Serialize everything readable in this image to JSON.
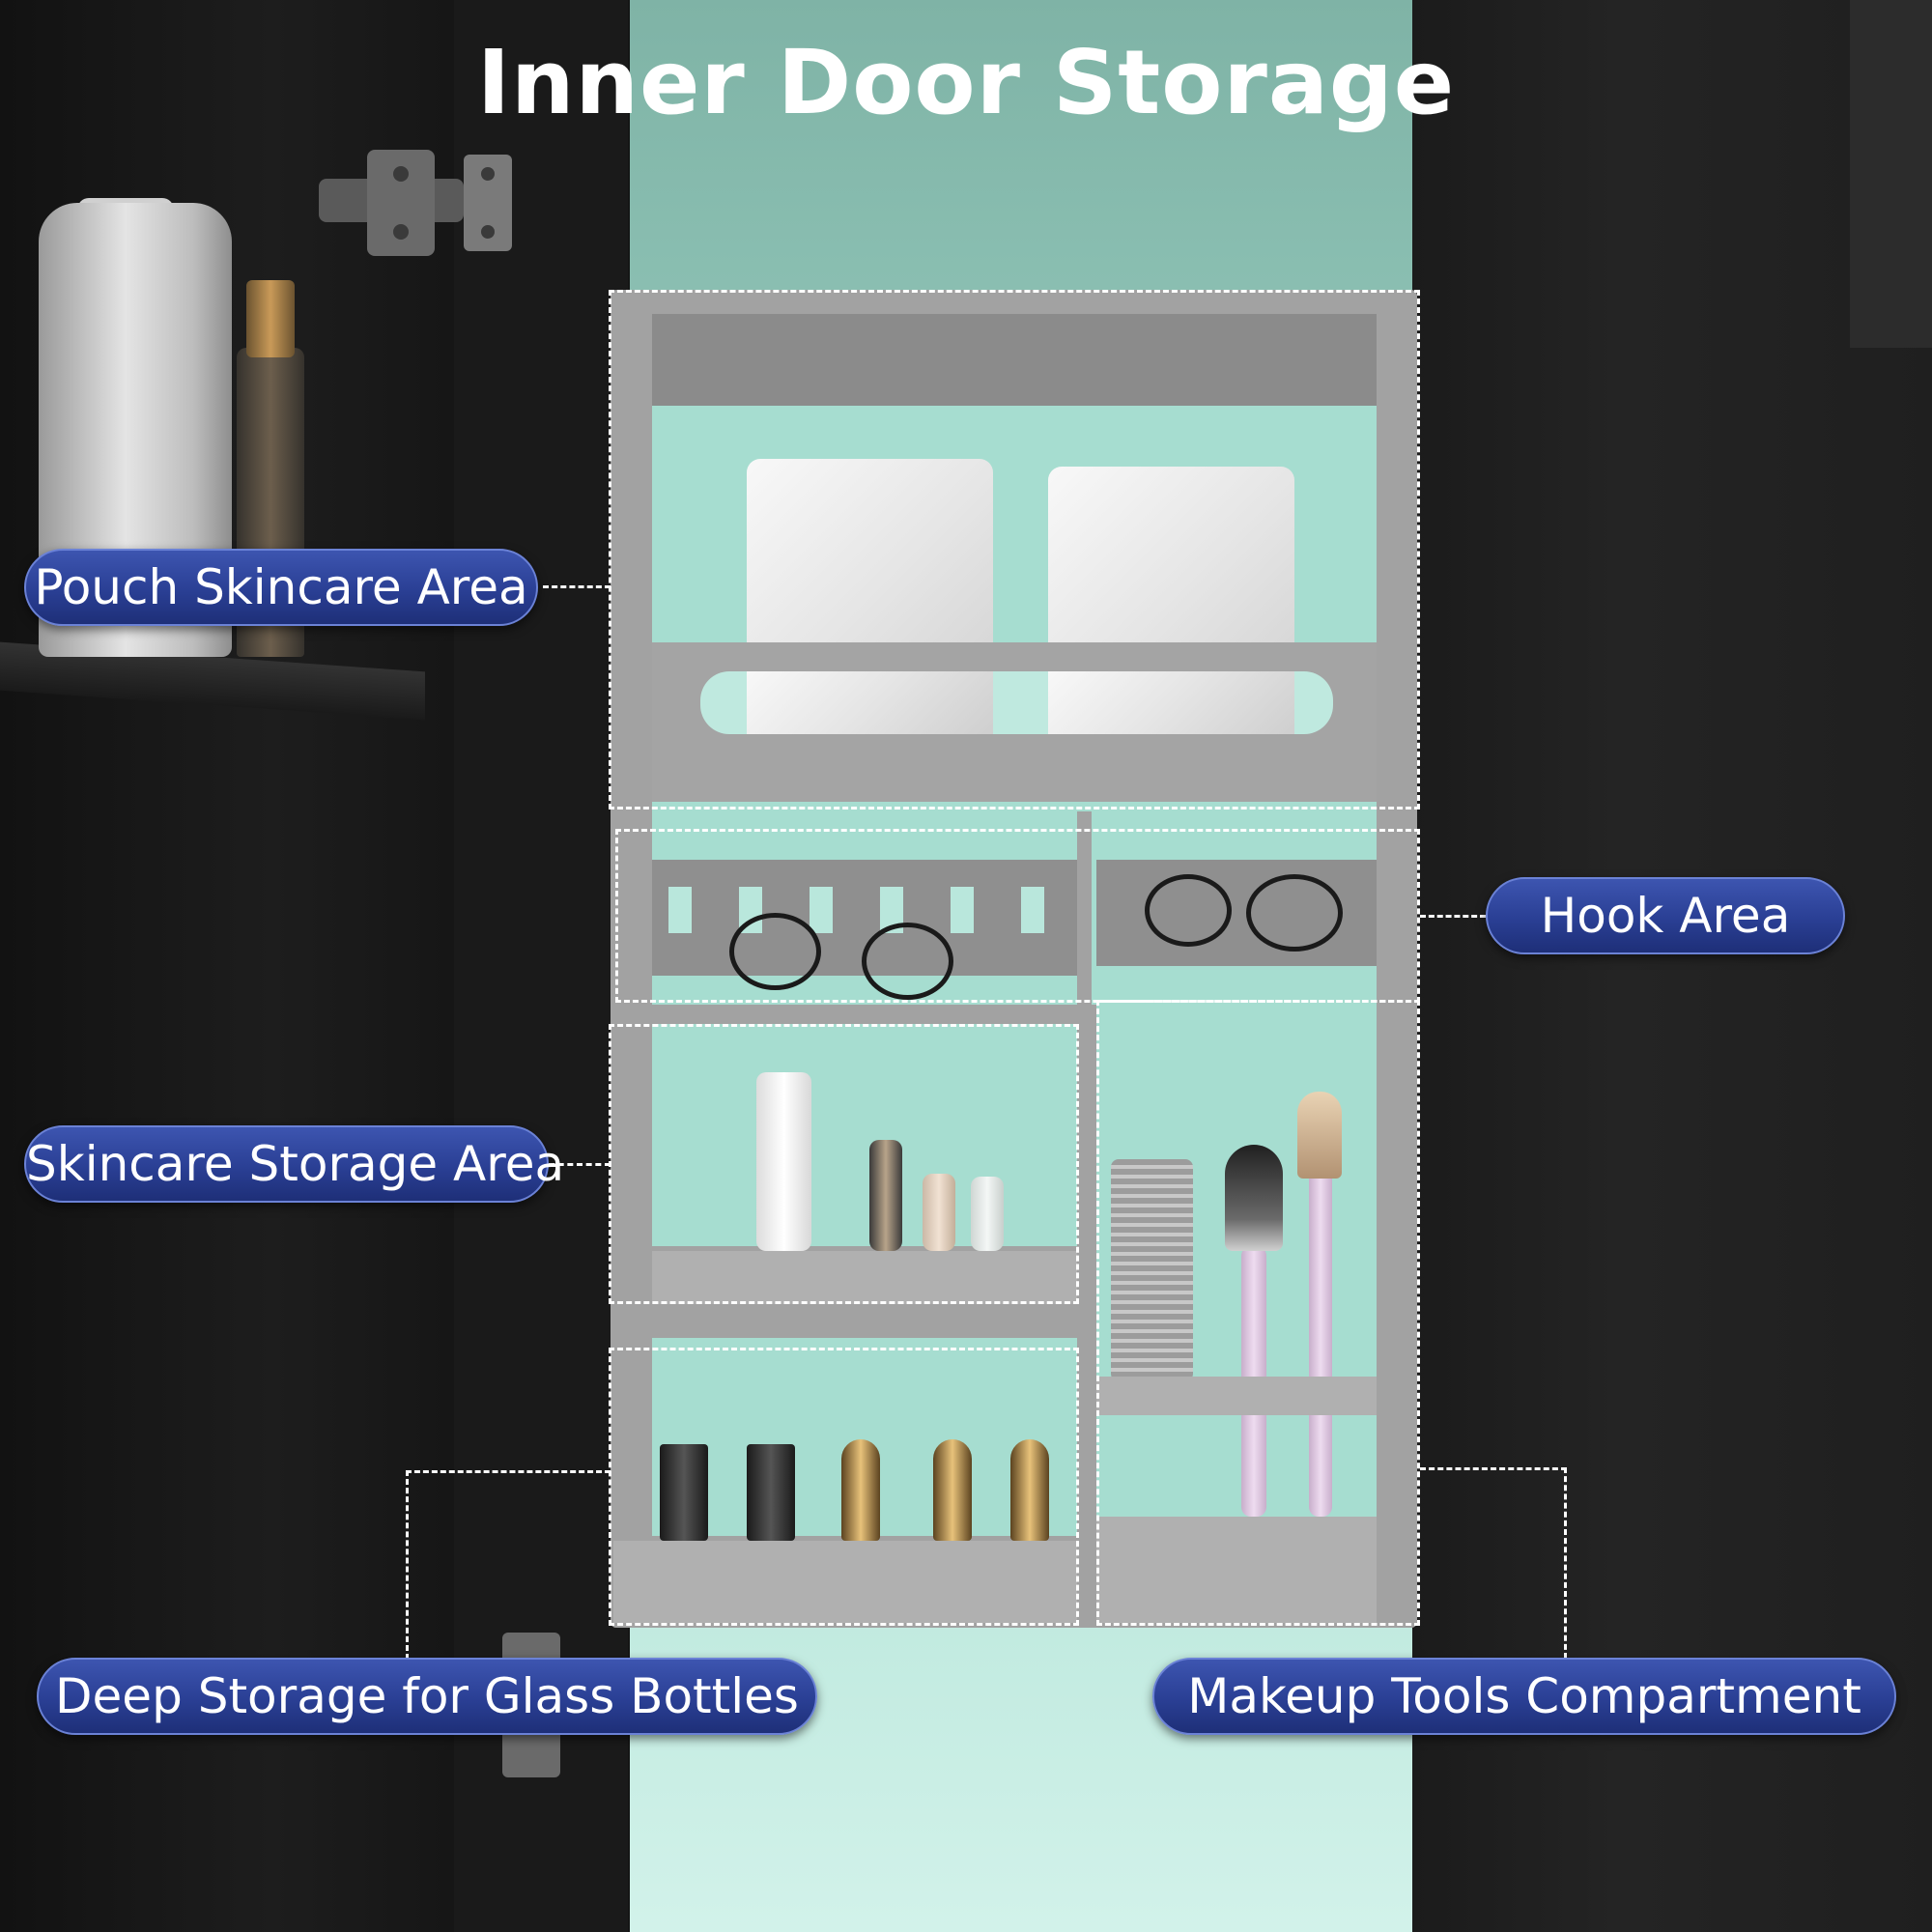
{
  "title": "Inner Door Storage",
  "labels": {
    "pouch": "Pouch Skincare Area",
    "hook": "Hook Area",
    "skincare": "Skincare Storage Area",
    "deep": "Deep Storage for Glass Bottles",
    "makeup": "Makeup Tools Compartment"
  },
  "colors": {
    "label_background": "#2a3f94",
    "label_text": "#ffffff",
    "callout_line": "#ffffff",
    "organizer_gray": "#a2a2a2",
    "backlight": "#a6ddd0"
  }
}
